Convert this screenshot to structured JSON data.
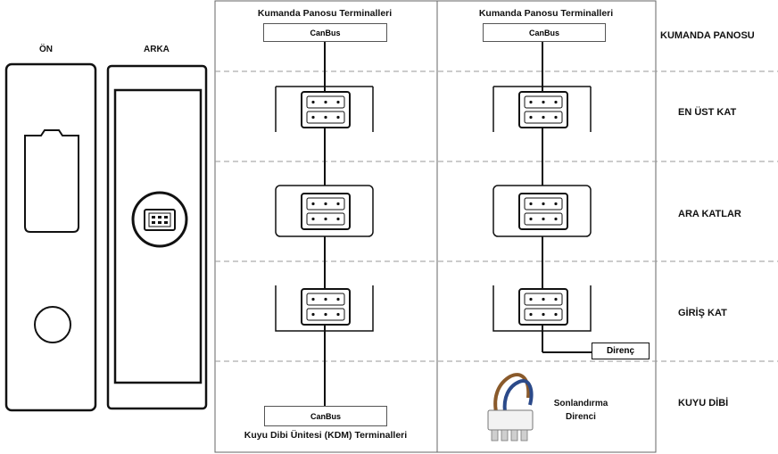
{
  "front": {
    "title": "ÖN"
  },
  "back": {
    "title": "ARKA"
  },
  "left_diagram": {
    "top_title": "Kumanda Panosu Terminalleri",
    "top_box": "CanBus",
    "bottom_box": "CanBus",
    "bottom_title": "Kuyu Dibi Ünitesi (KDM) Terminalleri"
  },
  "right_diagram": {
    "top_title": "Kumanda Panosu Terminalleri",
    "top_box": "CanBus",
    "resistor_label": "Direnç",
    "termination_line1": "Sonlandırma",
    "termination_line2": "Direnci"
  },
  "levels": [
    "KUMANDA PANOSU",
    "EN ÜST KAT",
    "ARA KATLAR",
    "GİRİŞ KAT",
    "KUYU DİBİ"
  ],
  "colors": {
    "line": "#111111",
    "dash": "#9a9a9a",
    "border": "#666666",
    "wire_brown": "#8a5a2b",
    "wire_blue": "#2b4a8a"
  }
}
